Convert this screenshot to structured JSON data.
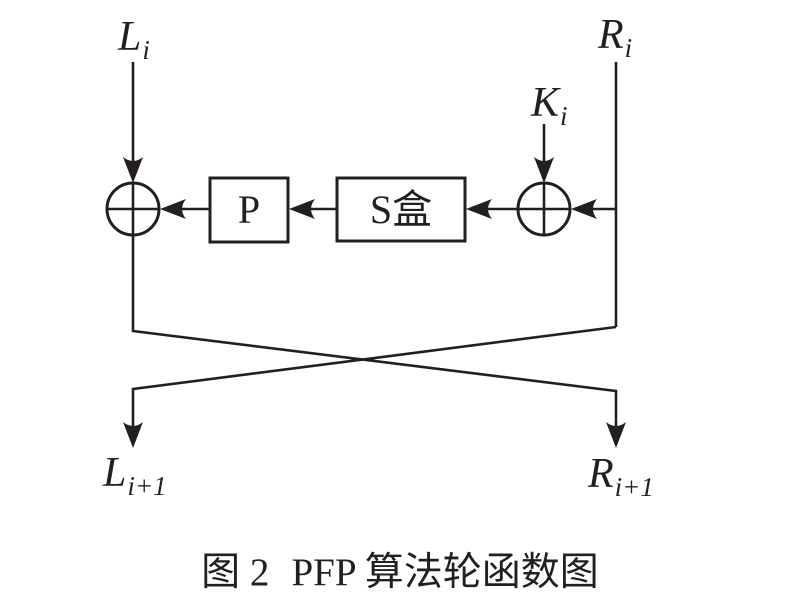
{
  "theme": {
    "ink": "#231f20",
    "background": "#ffffff"
  },
  "figure": {
    "inputs": {
      "left": {
        "base": "L",
        "sub": "i"
      },
      "right": {
        "base": "R",
        "sub": "i"
      },
      "key": {
        "base": "K",
        "sub": "i"
      }
    },
    "outputs": {
      "left": {
        "base": "L",
        "sub": "i+1"
      },
      "right": {
        "base": "R",
        "sub": "i+1"
      }
    },
    "blocks": {
      "p_box": {
        "label": "P"
      },
      "s_box": {
        "label": "S盒"
      }
    },
    "operators": {
      "xor_left": {
        "name": "xor-circle",
        "symbol": "⊕"
      },
      "xor_right": {
        "name": "xor-circle",
        "symbol": "⊕"
      }
    }
  },
  "caption": {
    "index": "图 2",
    "title": "PFP 算法轮函数图"
  }
}
